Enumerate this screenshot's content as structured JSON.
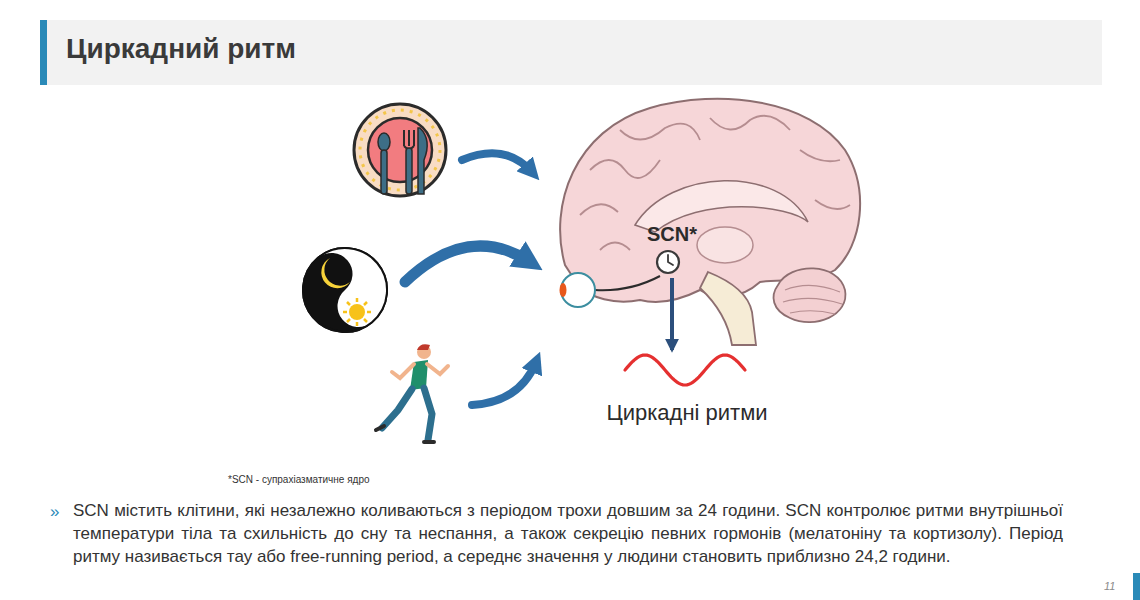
{
  "diagram": {
    "title": "Циркадний ритм",
    "nodes": [
      {
        "text": [
          "SCN*"
        ]
      },
      {
        "text": [
          "Циркадні ритми"
        ]
      }
    ],
    "edges": [
      {
        "from": 0,
        "to": 1,
        "arrow": "to"
      }
    ],
    "labels": [
      "*SCN - супрахіазматичне ядро",
      "»",
      "SCN містить клітини, які незалежно коливаються з періодом трохи довшим за 24 години. SCN контролює ритми внутрішньої температури тіла та схильність до сну та неспання, а також секрецію певних гормонів (мелатоніну та кортизолу). Період ритму називається тау або free-running period, а середнє значення у людини становить приблизно 24,2 години.",
      "11"
    ]
  }
}
